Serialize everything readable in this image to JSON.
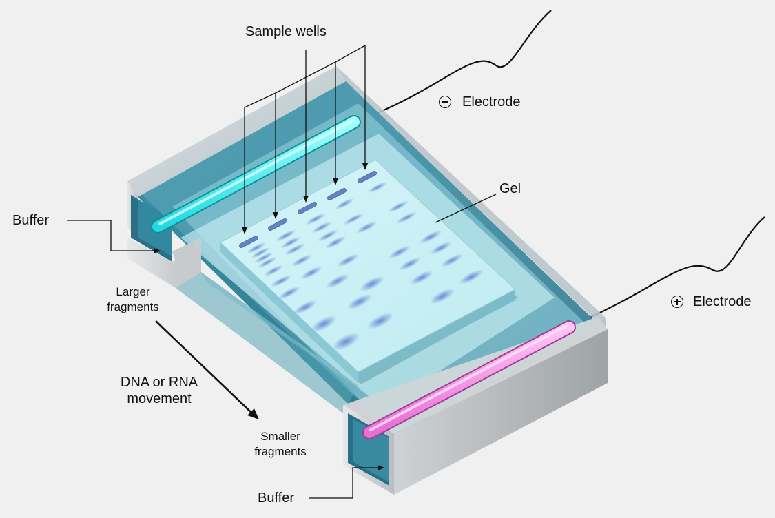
{
  "labels": {
    "sample_wells": "Sample wells",
    "neg_electrode": "Electrode",
    "pos_electrode": "Electrode",
    "gel": "Gel",
    "buffer_top": "Buffer",
    "buffer_bottom": "Buffer",
    "larger_fragments": [
      "Larger",
      "fragments"
    ],
    "smaller_fragments": [
      "Smaller",
      "fragments"
    ],
    "movement": [
      "DNA or RNA",
      "movement"
    ]
  },
  "colors": {
    "background": "#f0f0f0",
    "negative_electrode": "#5ef2f2",
    "positive_electrode": "#f58ee6",
    "buffer": "#2e7f95",
    "gel": "#d8f7fa",
    "band": "#5a7fd6",
    "tank_frame": "#c8cbcd"
  },
  "icons": {
    "neg_sign": "minus-circle-icon",
    "pos_sign": "plus-circle-icon"
  }
}
